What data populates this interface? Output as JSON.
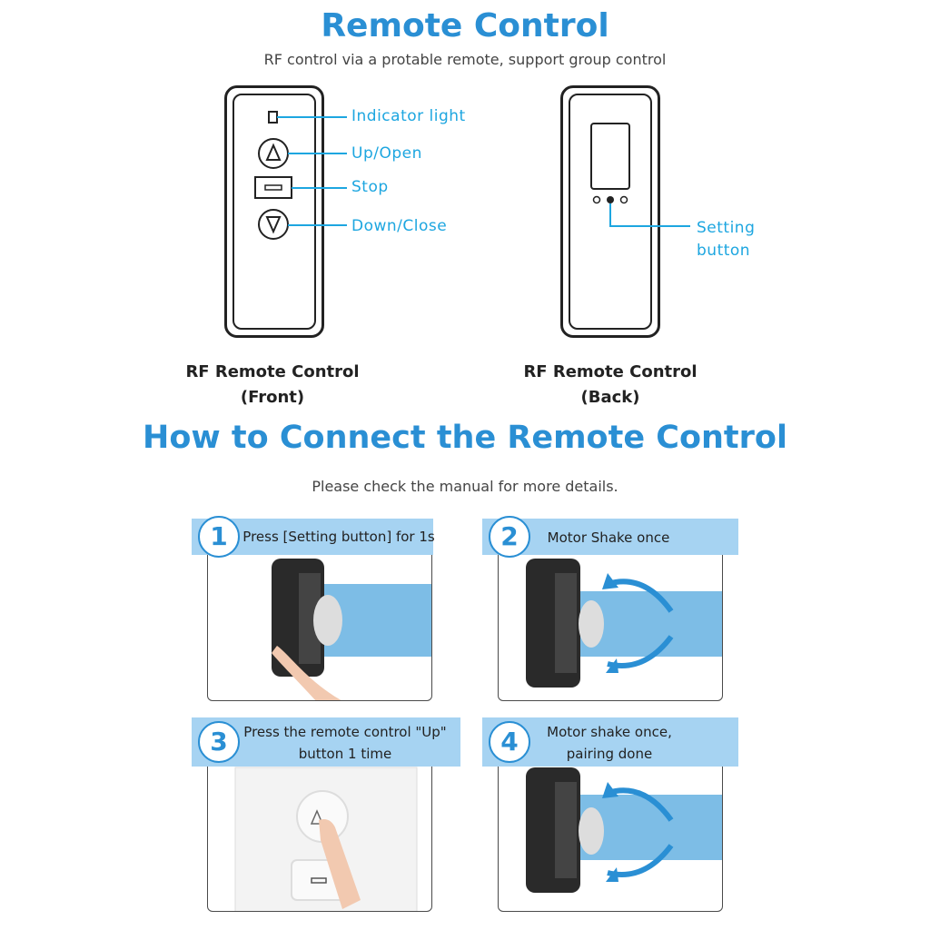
{
  "header": {
    "title": "Remote Control",
    "subtitle": "RF control via a protable remote, support group control"
  },
  "front": {
    "callouts": {
      "indicator": "Indicator light",
      "up": "Up/Open",
      "stop": "Stop",
      "down": "Down/Close"
    },
    "caption_line1": "RF Remote Control",
    "caption_line2": "(Front)"
  },
  "back": {
    "callout_line1": "Setting",
    "callout_line2": "button",
    "caption_line1": "RF Remote Control",
    "caption_line2": "(Back)"
  },
  "connect": {
    "title": "How to Connect the Remote Control",
    "subtitle": "Please check the manual for more details."
  },
  "steps": [
    {
      "num": "1",
      "text_line1": "Press [Setting button] for 1s",
      "text_line2": ""
    },
    {
      "num": "2",
      "text_line1": "Motor Shake once",
      "text_line2": ""
    },
    {
      "num": "3",
      "text_line1": "Press the remote control \"Up\"",
      "text_line2": "button 1 time"
    },
    {
      "num": "4",
      "text_line1": "Motor shake once,",
      "text_line2": "pairing done"
    }
  ],
  "colors": {
    "title_blue": "#2a8fd4",
    "callout_blue": "#1da6e0",
    "step_bar": "#a6d3f2",
    "tube_blue": "#7dbde6"
  }
}
